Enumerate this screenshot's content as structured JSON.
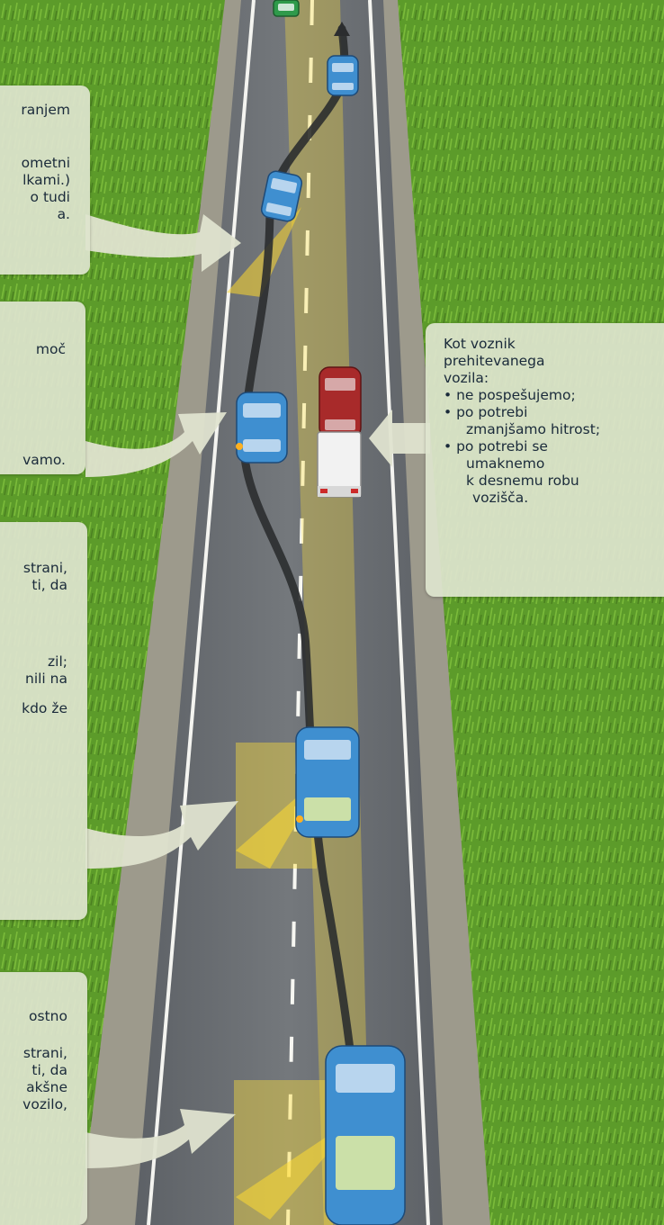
{
  "callouts": {
    "box1": [
      "ranjem",
      "",
      "ometni",
      "lkami.)",
      "o tudi",
      "a."
    ],
    "box2": [
      "moč",
      "",
      "",
      "",
      "",
      "",
      "vamo."
    ],
    "box3": [
      "",
      "strani,",
      "ti, da",
      "",
      "",
      "",
      "zil;",
      "nili na",
      "",
      "kdo že"
    ],
    "box4": [
      "ostno",
      "",
      "strani,",
      "ti, da",
      "akšne",
      "vozilo,"
    ]
  },
  "right_box": {
    "title_lines": [
      "Kot voznik",
      "prehitevanega",
      "vozila:"
    ],
    "bullet_1": "• ne pospešujemo;",
    "bullet_2_lines": [
      "• po potrebi",
      "zmanjšamo hitrost;"
    ],
    "bullet_3_lines": [
      "• po potrebi se",
      "umaknemo",
      "k desnemu robu",
      "vozišča."
    ]
  },
  "colors": {
    "grass": "#5f9a2a",
    "road": "#6b6f74",
    "box_fill": "#dee4ce",
    "overtaking_car": "#3f8fd0",
    "overtaken_car": "#a82a2a",
    "truck": "#f2f2f2",
    "view_cone": "#ffd92e"
  }
}
